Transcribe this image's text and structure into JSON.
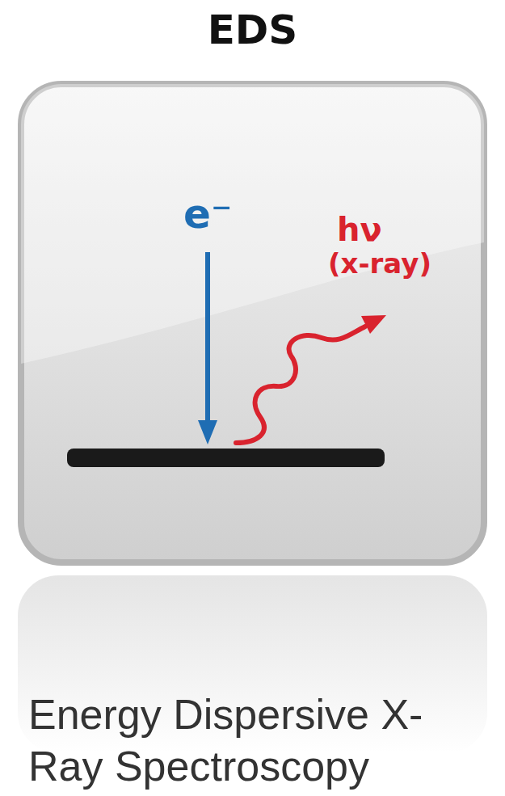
{
  "diagram": {
    "title": "EDS",
    "labels": [
      "e⁻",
      "hν",
      "(x-ray)"
    ],
    "caption": "Energy Dispersive X-Ray Spectroscopy"
  }
}
